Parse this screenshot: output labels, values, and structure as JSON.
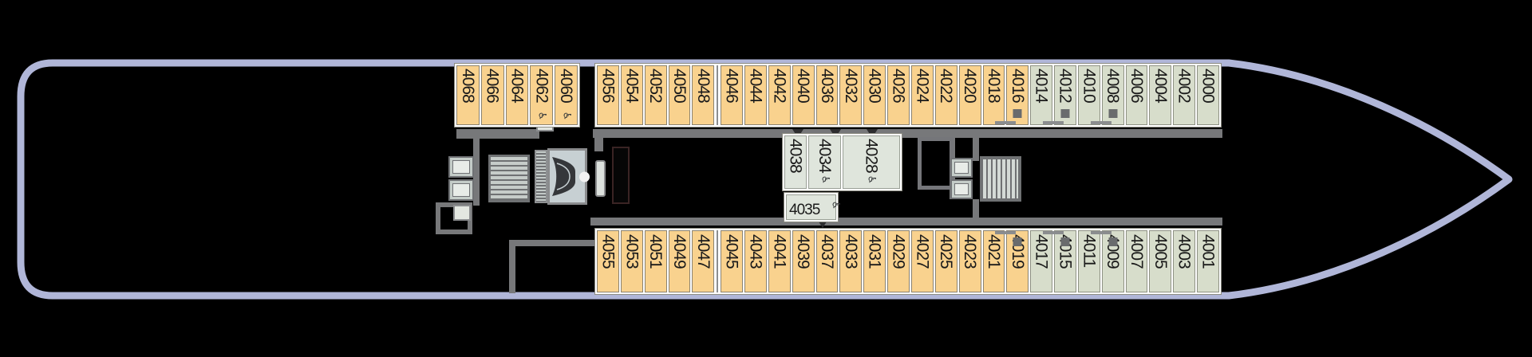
{
  "deck_plan": {
    "vessel_outline": "ship-hull",
    "icons": {
      "wheelchair": "♿"
    },
    "colors": {
      "hull": "#B0B6D8",
      "cabin_standard": "#F9D28E",
      "cabin_deluxe": "#D7DDCB",
      "cabin_mid": "#DFE5DC",
      "wall": "#77787A",
      "berth_square": "#696b6d",
      "connecting_mark": "#8b8d8f"
    },
    "rows": {
      "top_aft": [
        {
          "number": "4068",
          "type": "standard"
        },
        {
          "number": "4066",
          "type": "standard"
        },
        {
          "number": "4064",
          "type": "standard"
        },
        {
          "number": "4062",
          "type": "standard",
          "wheelchair": true
        },
        {
          "number": "4060",
          "type": "standard",
          "wheelchair": true
        }
      ],
      "top_main": [
        {
          "number": "4056",
          "type": "standard"
        },
        {
          "number": "4054",
          "type": "standard"
        },
        {
          "number": "4052",
          "type": "standard"
        },
        {
          "number": "4050",
          "type": "standard"
        },
        {
          "number": "4048",
          "type": "standard"
        },
        {
          "number": "4046",
          "type": "standard",
          "divider_before": true
        },
        {
          "number": "4044",
          "type": "standard"
        },
        {
          "number": "4042",
          "type": "standard"
        },
        {
          "number": "4040",
          "type": "standard"
        },
        {
          "number": "4036",
          "type": "standard"
        },
        {
          "number": "4032",
          "type": "standard"
        },
        {
          "number": "4030",
          "type": "standard"
        },
        {
          "number": "4026",
          "type": "standard"
        },
        {
          "number": "4024",
          "type": "standard"
        },
        {
          "number": "4022",
          "type": "standard"
        },
        {
          "number": "4020",
          "type": "standard"
        },
        {
          "number": "4018",
          "type": "standard"
        },
        {
          "number": "4016",
          "type": "standard",
          "square": true,
          "connector_left": true
        },
        {
          "number": "4014",
          "type": "deluxe"
        },
        {
          "number": "4012",
          "type": "deluxe",
          "square": true,
          "connector_left": true
        },
        {
          "number": "4010",
          "type": "deluxe"
        },
        {
          "number": "4008",
          "type": "deluxe",
          "square": true,
          "connector_left": true
        },
        {
          "number": "4006",
          "type": "deluxe"
        },
        {
          "number": "4004",
          "type": "deluxe"
        },
        {
          "number": "4002",
          "type": "deluxe"
        },
        {
          "number": "4000",
          "type": "deluxe"
        }
      ],
      "bottom_main": [
        {
          "number": "4055",
          "type": "standard"
        },
        {
          "number": "4053",
          "type": "standard"
        },
        {
          "number": "4051",
          "type": "standard"
        },
        {
          "number": "4049",
          "type": "standard"
        },
        {
          "number": "4047",
          "type": "standard"
        },
        {
          "number": "4045",
          "type": "standard",
          "divider_before": true
        },
        {
          "number": "4043",
          "type": "standard"
        },
        {
          "number": "4041",
          "type": "standard"
        },
        {
          "number": "4039",
          "type": "standard"
        },
        {
          "number": "4037",
          "type": "standard"
        },
        {
          "number": "4033",
          "type": "standard"
        },
        {
          "number": "4031",
          "type": "standard"
        },
        {
          "number": "4029",
          "type": "standard"
        },
        {
          "number": "4027",
          "type": "standard"
        },
        {
          "number": "4025",
          "type": "standard"
        },
        {
          "number": "4023",
          "type": "standard"
        },
        {
          "number": "4021",
          "type": "standard"
        },
        {
          "number": "4019",
          "type": "standard",
          "square": true,
          "connector_left": true
        },
        {
          "number": "4017",
          "type": "deluxe"
        },
        {
          "number": "4015",
          "type": "deluxe",
          "square": true,
          "connector_left": true
        },
        {
          "number": "4011",
          "type": "deluxe"
        },
        {
          "number": "4009",
          "type": "deluxe",
          "square": true,
          "connector_left": true
        },
        {
          "number": "4007",
          "type": "deluxe"
        },
        {
          "number": "4005",
          "type": "deluxe"
        },
        {
          "number": "4003",
          "type": "deluxe"
        },
        {
          "number": "4001",
          "type": "deluxe"
        }
      ],
      "mid_row": [
        {
          "number": "4038",
          "type": "mid"
        },
        {
          "number": "4034",
          "type": "mid",
          "wheelchair": true
        },
        {
          "number": "4028",
          "type": "mid",
          "wheelchair": true
        }
      ],
      "mid_single": [
        {
          "number": "4035",
          "type": "mid",
          "wheelchair": true,
          "horizontal": true
        }
      ]
    }
  }
}
